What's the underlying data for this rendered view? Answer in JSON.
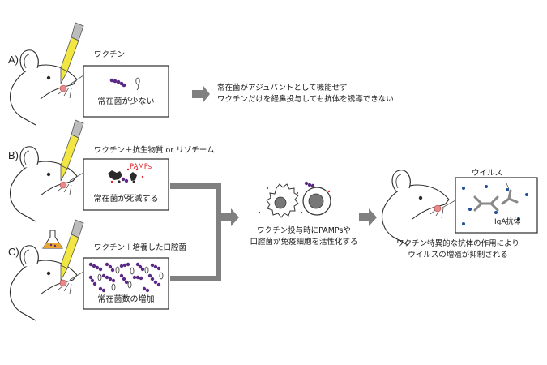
{
  "panels": {
    "a": {
      "label": "A)",
      "vaccine": "ワクチン",
      "box_caption": "常在菌が少ない",
      "result": [
        "常在菌がアジュバントとして機能せず",
        "ワクチンだけを経鼻投与しても抗体を誘導できない"
      ]
    },
    "b": {
      "label": "B)",
      "vaccine": "ワクチン＋抗生物質 or リゾチーム",
      "pamps": "PAMPs",
      "box_caption": "常在菌が死滅する"
    },
    "c": {
      "label": "C)",
      "vaccine": "ワクチン＋培養した口腔菌",
      "box_caption": "常在菌数の増加"
    }
  },
  "middle": {
    "caption": [
      "ワクチン投与時にPAMPsや",
      "口腔菌が免疫細胞を活性化する"
    ]
  },
  "outcome": {
    "virus": "ウイルス",
    "antibody": "IgA抗体",
    "caption": [
      "ワクチン特異的な抗体の作用により",
      "ウイルスの増殖が抑制される"
    ]
  },
  "colors": {
    "arrow": "#808080",
    "pamps": "#e0242a",
    "bacteria": "#5b2a86",
    "pipette": "#f2e642"
  }
}
